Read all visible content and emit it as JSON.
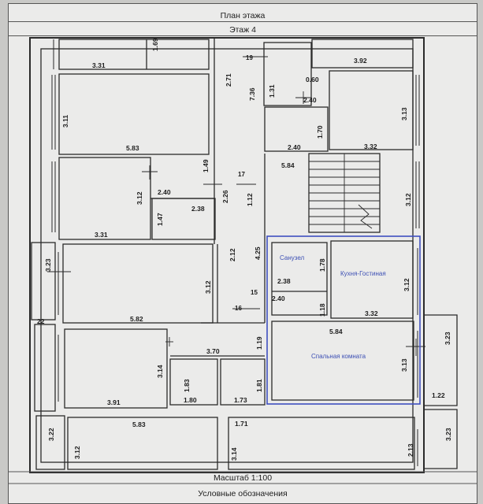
{
  "header": {
    "title": "План этажа",
    "floor": "Этаж 4"
  },
  "footer": {
    "scale": "Масштаб 1:100",
    "legend": "Условные обозначения"
  },
  "rooms": {
    "bathroom": "Санузел",
    "kitchen": "Кухня-Гостиная",
    "bedroom": "Спальная комната",
    "room_19": "19",
    "room_17": "17",
    "room_15": "15",
    "room_16": "16"
  },
  "dims": {
    "d_331_top": "3.31",
    "d_169": "1.69",
    "d_271": "2.71",
    "d_392": "3.92",
    "d_060": "0.60",
    "d_736": "7.36",
    "d_131": "1.31",
    "d_240_a": "2.40",
    "d_311": "3.11",
    "d_583_a": "5.83",
    "d_170": "1.70",
    "d_240_b": "2.40",
    "d_332_a": "3.32",
    "d_313_a": "3.13",
    "d_149": "1.49",
    "d_584_a": "5.84",
    "d_312_a": "3.12",
    "d_240_c": "2.40",
    "d_226": "2.26",
    "d_112_a": "1.12",
    "d_147": "1.47",
    "d_238_a": "2.38",
    "d_312_r1": "3.12",
    "d_331_b": "3.31",
    "d_323_l": "3.23",
    "d_212": "2.12",
    "d_425": "4.25",
    "d_178": "1.78",
    "d_312_c": "3.12",
    "d_238_b": "2.38",
    "d_240_d": "2.40",
    "d_312_k": "3.12",
    "d_118": "1.18",
    "d_332_b": "3.32",
    "d_22": "22",
    "d_582": "5.82",
    "d_584_b": "5.84",
    "d_323_r1": "3.23",
    "d_370": "3.70",
    "d_119": "1.19",
    "d_314_a": "3.14",
    "d_183": "1.83",
    "d_181": "1.81",
    "d_313_b": "3.13",
    "d_391": "3.91",
    "d_180": "1.80",
    "d_173": "1.73",
    "d_122_r": "1.22",
    "d_583_b": "5.83",
    "d_171": "1.71",
    "d_322": "3.22",
    "d_312_l2": "3.12",
    "d_314_b": "3.14",
    "d_213": "2.13",
    "d_323_r2": "3.23"
  }
}
